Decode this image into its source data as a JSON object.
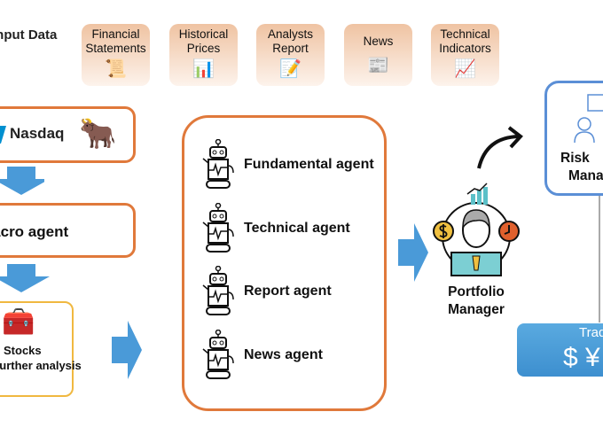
{
  "input_data": {
    "title": "Input Data",
    "sources": [
      {
        "label_1": "Financial",
        "label_2": "Statements",
        "icon": "scroll-document-icon"
      },
      {
        "label_1": "Historical",
        "label_2": "Prices",
        "icon": "bar-chart-icon"
      },
      {
        "label_1": "Analysts",
        "label_2": "Report",
        "icon": "clipboard-pen-icon"
      },
      {
        "label_1": "News",
        "label_2": "",
        "icon": "newspaper-icon"
      },
      {
        "label_1": "Technical",
        "label_2": "Indicators",
        "icon": "line-chart-icon"
      }
    ]
  },
  "market": {
    "label": "Nasdaq",
    "icon": "bull-chart-icon"
  },
  "macro": {
    "label": "Macro agent"
  },
  "stocks": {
    "line_1": "Stocks",
    "line_2": "for further analysis",
    "icon": "treasure-chest-icon"
  },
  "agents": [
    {
      "label": "Fundamental agent",
      "icon": "robot-icon"
    },
    {
      "label": "Technical agent",
      "icon": "robot-icon"
    },
    {
      "label": "Report agent",
      "icon": "robot-icon"
    },
    {
      "label": "News agent",
      "icon": "robot-icon"
    }
  ],
  "portfolio": {
    "line_1": "Portfolio",
    "line_2": "Manager",
    "icon": "businessman-icon"
  },
  "risk": {
    "line_1": "Risk",
    "line_2": "Manager",
    "icon": "person-idea-icon"
  },
  "trade": {
    "label": "Trade",
    "symbols": "$ ¥"
  },
  "colors": {
    "orange": "#e0793b",
    "blue": "#4a9ad8",
    "yellow": "#f0b840",
    "risk_border": "#5b8fd6"
  }
}
